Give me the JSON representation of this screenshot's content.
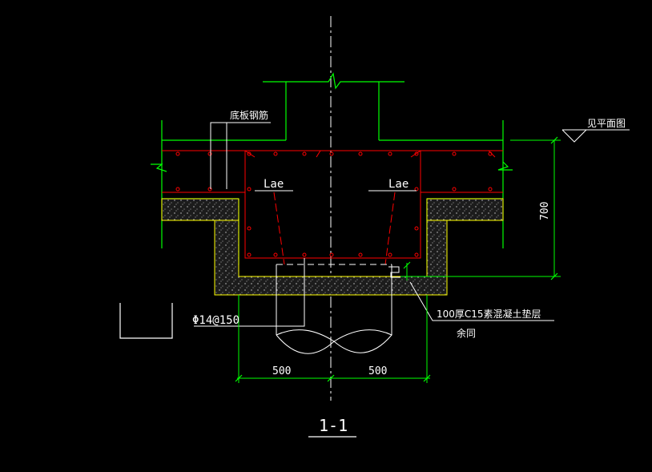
{
  "drawing": {
    "section_title": "1-1",
    "labels": {
      "slab_rebar": "底板钢筋",
      "lae_left": "Lae",
      "lae_right": "Lae",
      "see_plan": "见平面图",
      "height_dim": "700",
      "rebar_spec": "Φ14@150",
      "cushion_note": "100厚C15素混凝土垫层",
      "remark": "余同",
      "width_left": "500",
      "width_right": "500"
    },
    "colors": {
      "background": "#000000",
      "structure": "#00ff00",
      "rebar": "#ff0000",
      "concrete_outline": "#ffff00",
      "text": "#ffffff",
      "centerline": "#ffffff",
      "cushion_fill": "#2a2a2a"
    }
  }
}
